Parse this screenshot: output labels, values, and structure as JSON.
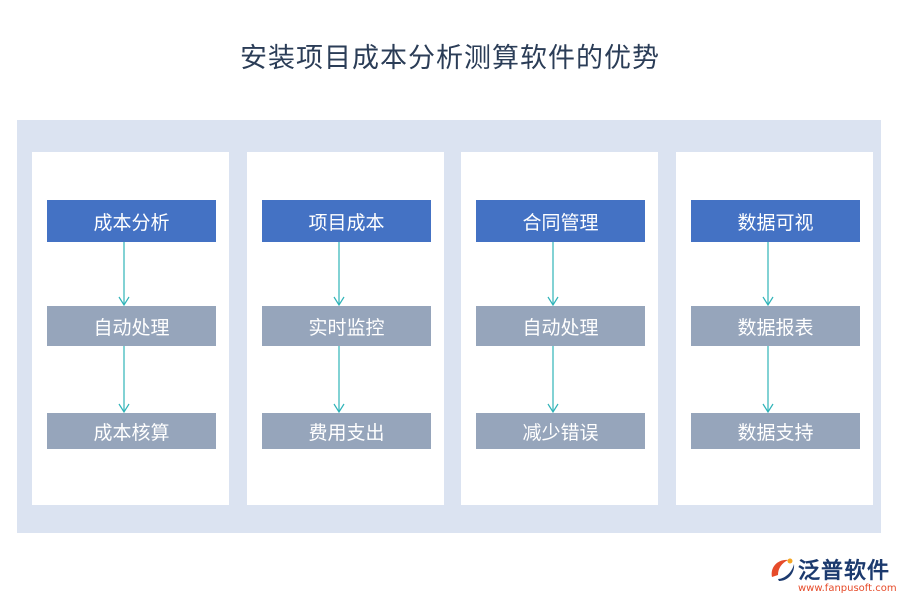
{
  "title": "安装项目成本分析测算软件的优势",
  "columns": [
    {
      "head": "成本分析",
      "mid": "自动处理",
      "low": "成本核算"
    },
    {
      "head": "项目成本",
      "mid": "实时监控",
      "low": "费用支出"
    },
    {
      "head": "合同管理",
      "mid": "自动处理",
      "low": "减少错误"
    },
    {
      "head": "数据可视",
      "mid": "数据报表",
      "low": "数据支持"
    }
  ],
  "logo": {
    "name": "泛普软件",
    "url": "www.fanpusoft.com"
  },
  "colors": {
    "head_box": "#4472c4",
    "sub_box": "#96a5bb",
    "panel": "#dbe3f1",
    "arrow": "#2fb3b8",
    "title": "#2b3d57"
  }
}
